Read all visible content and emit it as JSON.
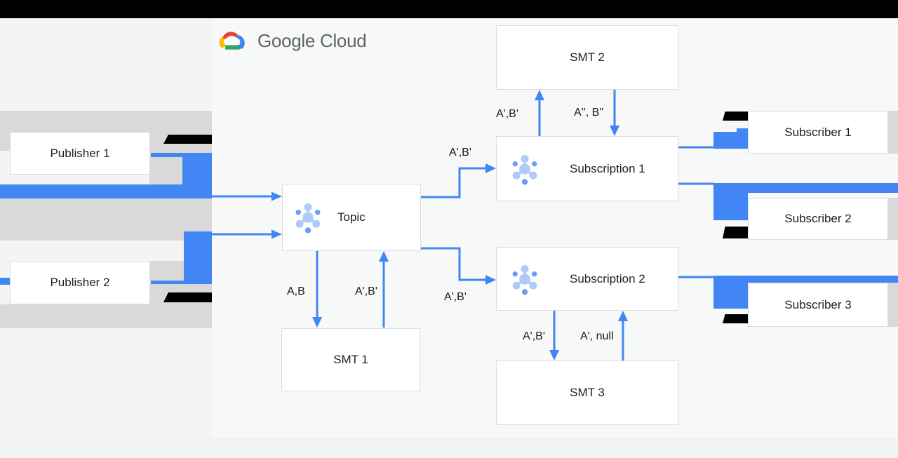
{
  "brand": {
    "logo_text": "Google Cloud"
  },
  "nodes": {
    "publisher1": {
      "label": "Publisher 1"
    },
    "publisher2": {
      "label": "Publisher 2"
    },
    "topic": {
      "label": "Topic"
    },
    "smt1": {
      "label": "SMT 1"
    },
    "smt2": {
      "label": "SMT 2"
    },
    "smt3": {
      "label": "SMT 3"
    },
    "subscription1": {
      "label": "Subscription 1"
    },
    "subscription2": {
      "label": "Subscription 2"
    },
    "subscriber1": {
      "label": "Subscriber 1"
    },
    "subscriber2": {
      "label": "Subscriber 2"
    },
    "subscriber3": {
      "label": "Subscriber 3"
    }
  },
  "edges": {
    "topic_sub1": {
      "label": "A',B'"
    },
    "topic_sub2": {
      "label": "A',B'"
    },
    "topic_smt1": {
      "label": "A,B"
    },
    "smt1_topic": {
      "label": "A',B'"
    },
    "sub1_smt2": {
      "label": "A',B'"
    },
    "smt2_sub1": {
      "label": "A'', B''"
    },
    "sub2_smt3": {
      "label": "A',B'"
    },
    "smt3_sub2": {
      "label": "A', null"
    }
  },
  "colors": {
    "arrow_blue": "#4285f4",
    "icon_light_blue": "#aecbfa",
    "icon_dot_blue": "#669df6",
    "gray_block": "#d9d9d9",
    "redaction_black": "#000000",
    "logo_text_gray": "#5f6368"
  }
}
